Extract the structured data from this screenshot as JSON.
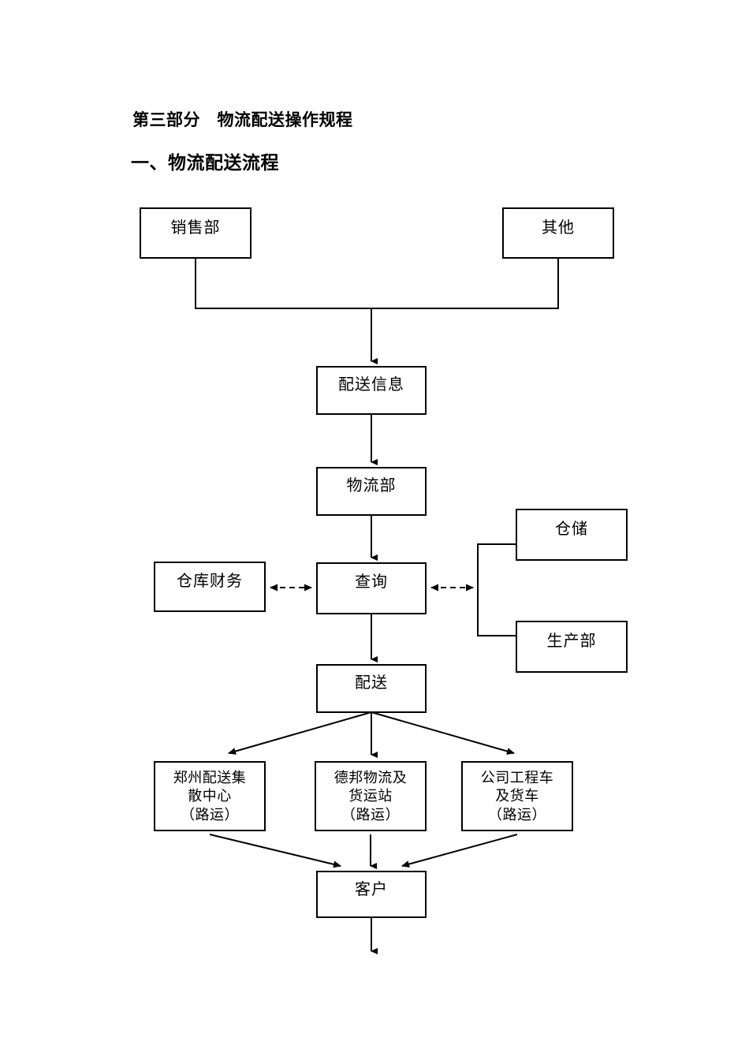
{
  "document": {
    "heading_part": "第三部分　物流配送操作规程",
    "heading_section": "一、物流配送流程"
  },
  "flowchart": {
    "nodes": {
      "sales": "销售部",
      "other": "其他",
      "delivery_info": "配送信息",
      "logistics_dept": "物流部",
      "query": "查询",
      "warehouse_finance": "仓库财务",
      "storage": "仓储",
      "production_dept": "生产部",
      "distribution": "配送",
      "zhengzhou_line1": "郑州配送集",
      "zhengzhou_line2": "散中心",
      "zhengzhou_line3": "（路运）",
      "deppon_line1": "德邦物流及",
      "deppon_line2": "货运站",
      "deppon_line3": "（路运）",
      "company_line1": "公司工程车",
      "company_line2": "及货车",
      "company_line3": "（路运）",
      "customer": "客户"
    }
  }
}
